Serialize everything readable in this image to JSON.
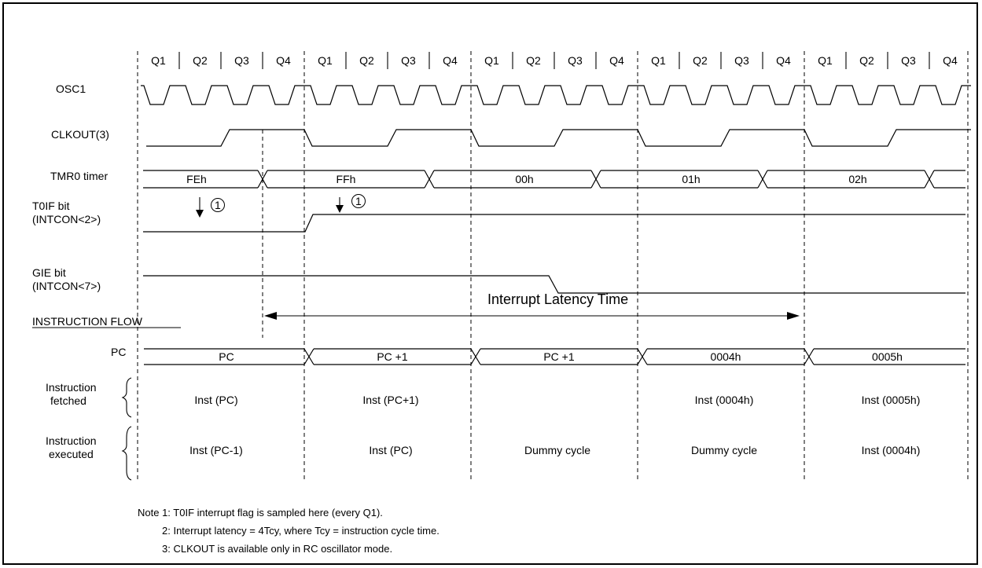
{
  "quarter_labels": [
    "Q1",
    "Q2",
    "Q3",
    "Q4",
    "Q1",
    "Q2",
    "Q3",
    "Q4",
    "Q1",
    "Q2",
    "Q3",
    "Q4",
    "Q1",
    "Q2",
    "Q3",
    "Q4",
    "Q1",
    "Q2",
    "Q3",
    "Q4"
  ],
  "signals": {
    "osc1": "OSC1",
    "clkout": "CLKOUT(3)",
    "tmr0": "TMR0 timer",
    "t0if_line1": "T0IF bit",
    "t0if_line2": "(INTCON<2>)",
    "gie_line1": "GIE bit",
    "gie_line2": "(INTCON<7>)",
    "instruction_flow": "INSTRUCTION FLOW",
    "pc": "PC",
    "fetched_line1": "Instruction",
    "fetched_line2": "fetched",
    "executed_line1": "Instruction",
    "executed_line2": "executed"
  },
  "tmr0_values": [
    "FEh",
    "FFh",
    "00h",
    "01h",
    "02h"
  ],
  "pc_values": [
    "PC",
    "PC +1",
    "PC +1",
    "0004h",
    "0005h"
  ],
  "fetched_values": [
    "Inst (PC)",
    "Inst (PC+1)",
    "",
    "Inst (0004h)",
    "Inst (0005h)"
  ],
  "executed_values": [
    "Inst (PC-1)",
    "Inst (PC)",
    "Dummy cycle",
    "Dummy cycle",
    "Inst (0004h)"
  ],
  "marker_label": "1",
  "latency_label": "Interrupt Latency Time",
  "notes": [
    "Note 1: T0IF interrupt flag is sampled here (every Q1).",
    "2: Interrupt latency = 4Tcy, where Tcy = instruction cycle time.",
    "3: CLKOUT is available only in RC oscillator mode."
  ]
}
